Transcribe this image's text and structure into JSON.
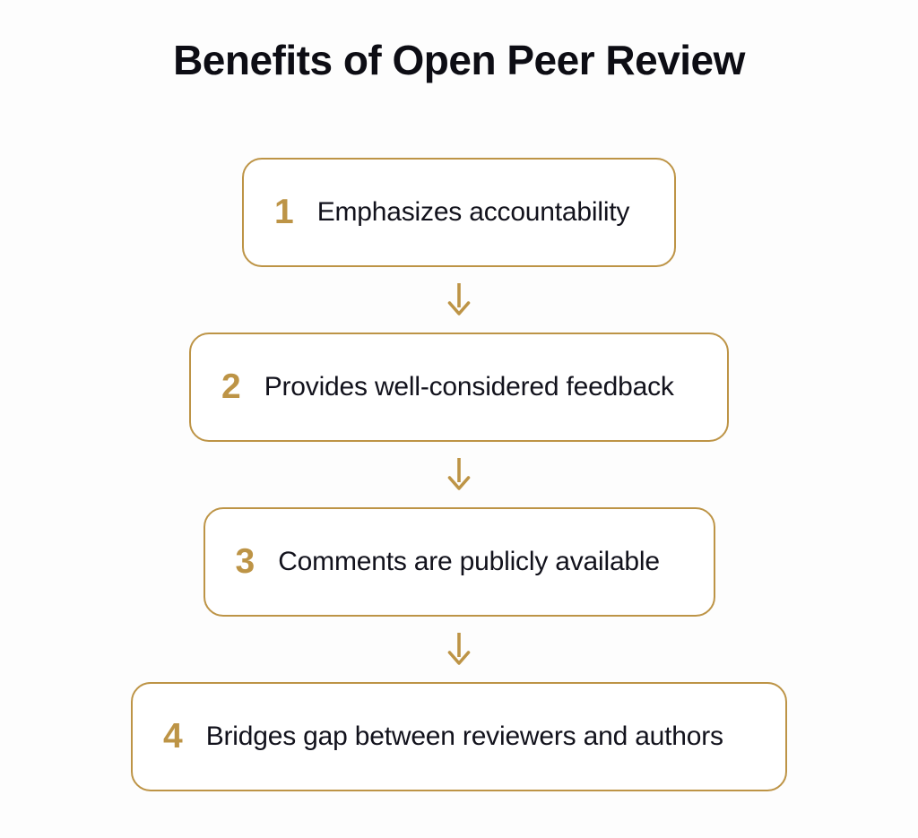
{
  "page": {
    "title": "Benefits of Open Peer Review",
    "background_color": "#fdfdfd"
  },
  "theme": {
    "accent_color": "#bd9446",
    "text_color": "#12121c",
    "title_color": "#0d0d14",
    "box_fill": "#ffffff"
  },
  "flow": {
    "connector_icon": "down-arrow-icon",
    "steps": [
      {
        "number": "1",
        "label": "Emphasizes accountability"
      },
      {
        "number": "2",
        "label": "Provides well-considered feedback"
      },
      {
        "number": "3",
        "label": "Comments are publicly available"
      },
      {
        "number": "4",
        "label": "Bridges gap between reviewers and authors"
      }
    ]
  }
}
